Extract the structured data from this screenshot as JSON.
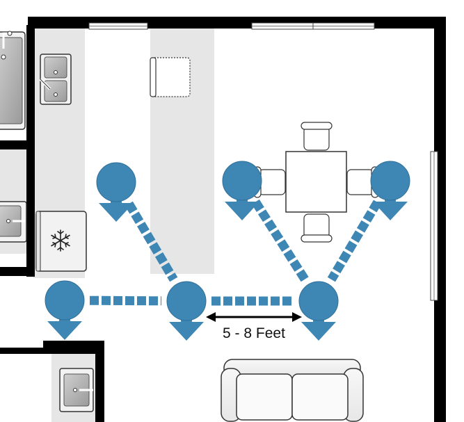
{
  "diagram": {
    "distance_label": "5 - 8 Feet",
    "freezer_icon": "snowflake-icon",
    "colors": {
      "marker": "#3e86b3",
      "marker_dark": "#2f6f99",
      "wall": "#000000",
      "counter": "#e6e6e6",
      "furniture_stroke": "#333333",
      "furniture_fill": "#f4f4f4"
    },
    "markers": [
      {
        "id": "marker-left-top"
      },
      {
        "id": "marker-far-left"
      },
      {
        "id": "marker-center"
      },
      {
        "id": "marker-dining-left"
      },
      {
        "id": "marker-dining-right"
      },
      {
        "id": "marker-right-center"
      }
    ],
    "furniture": [
      "stove",
      "kitchen-sink",
      "island-stool",
      "bar-sink",
      "refrigerator",
      "dining-table",
      "dining-chairs",
      "sofa",
      "bathroom-sink"
    ]
  }
}
